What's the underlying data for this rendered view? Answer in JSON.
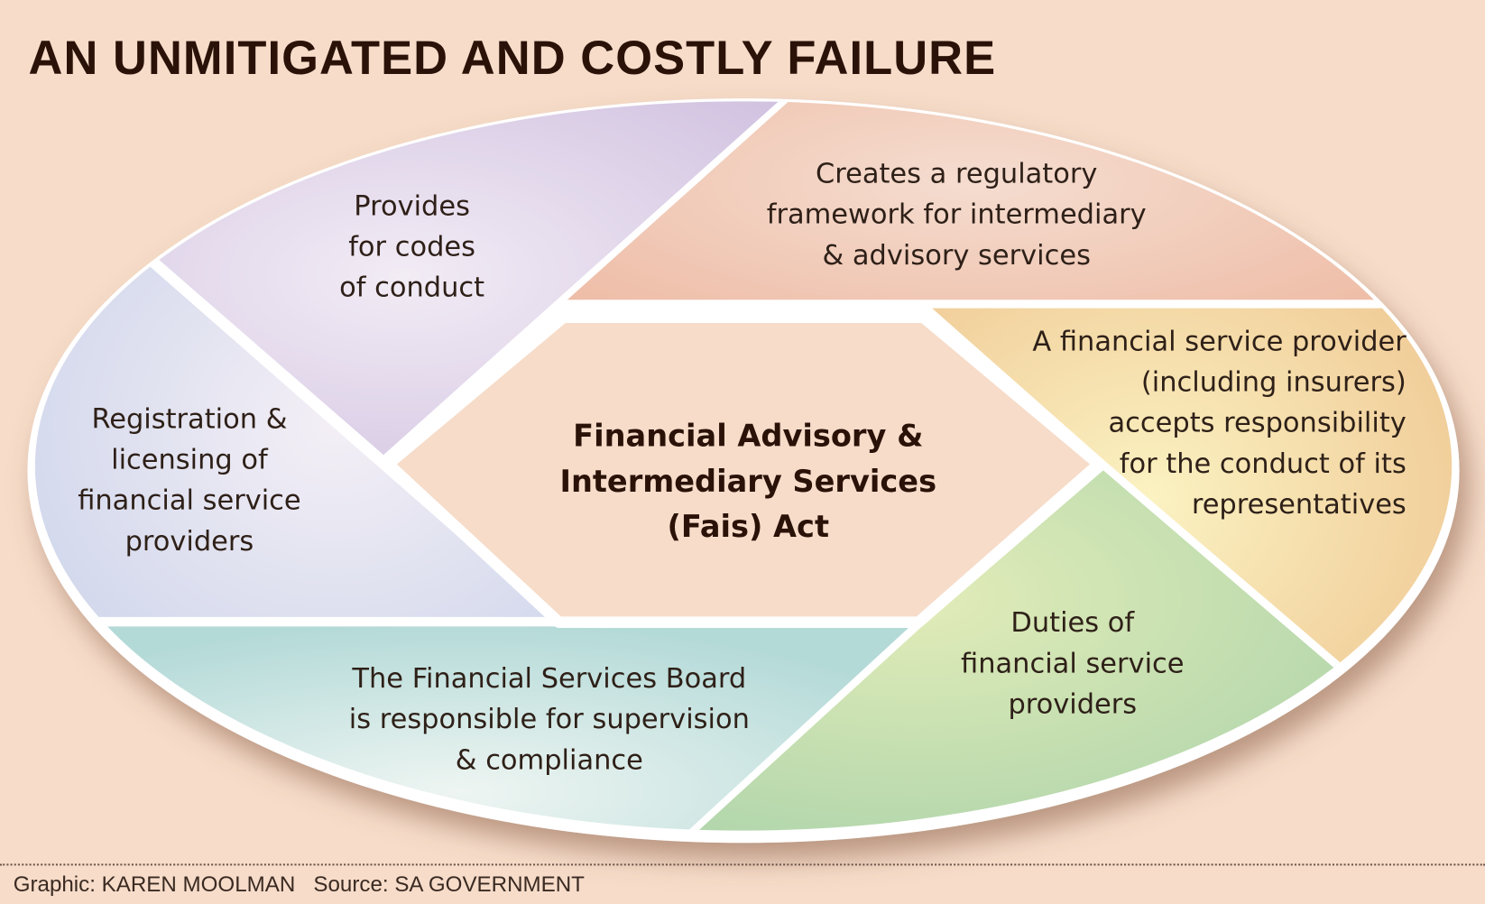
{
  "title": "AN UNMITIGATED AND COSTLY FAILURE",
  "center": {
    "line1": "Financial Advisory &",
    "line2": "Intermediary Services",
    "line3": "(Fais) Act"
  },
  "segments": {
    "codes": [
      "Provides",
      "for codes",
      "of conduct"
    ],
    "framework": [
      "Creates a regulatory",
      "framework for intermediary",
      "& advisory services"
    ],
    "provider": [
      "A financial service provider",
      "(including insurers)",
      "accepts responsibility",
      "for the conduct of its",
      "representatives"
    ],
    "duties": [
      "Duties of",
      "financial service",
      "providers"
    ],
    "board": [
      "The Financial Services Board",
      "is responsible for supervision",
      "& compliance"
    ],
    "registration": [
      "Registration &",
      "licensing of",
      "financial service",
      "providers"
    ]
  },
  "credit": "Graphic: KAREN MOOLMAN   Source: SA GOVERNMENT",
  "colors": {
    "background": "#f6dcc9",
    "purple": "#d6c6e2",
    "orange": "#efc3ae",
    "yellow": "#f4d9a2",
    "green": "#c4dca6",
    "teal": "#c2e0dc",
    "blue": "#dcdeee"
  }
}
